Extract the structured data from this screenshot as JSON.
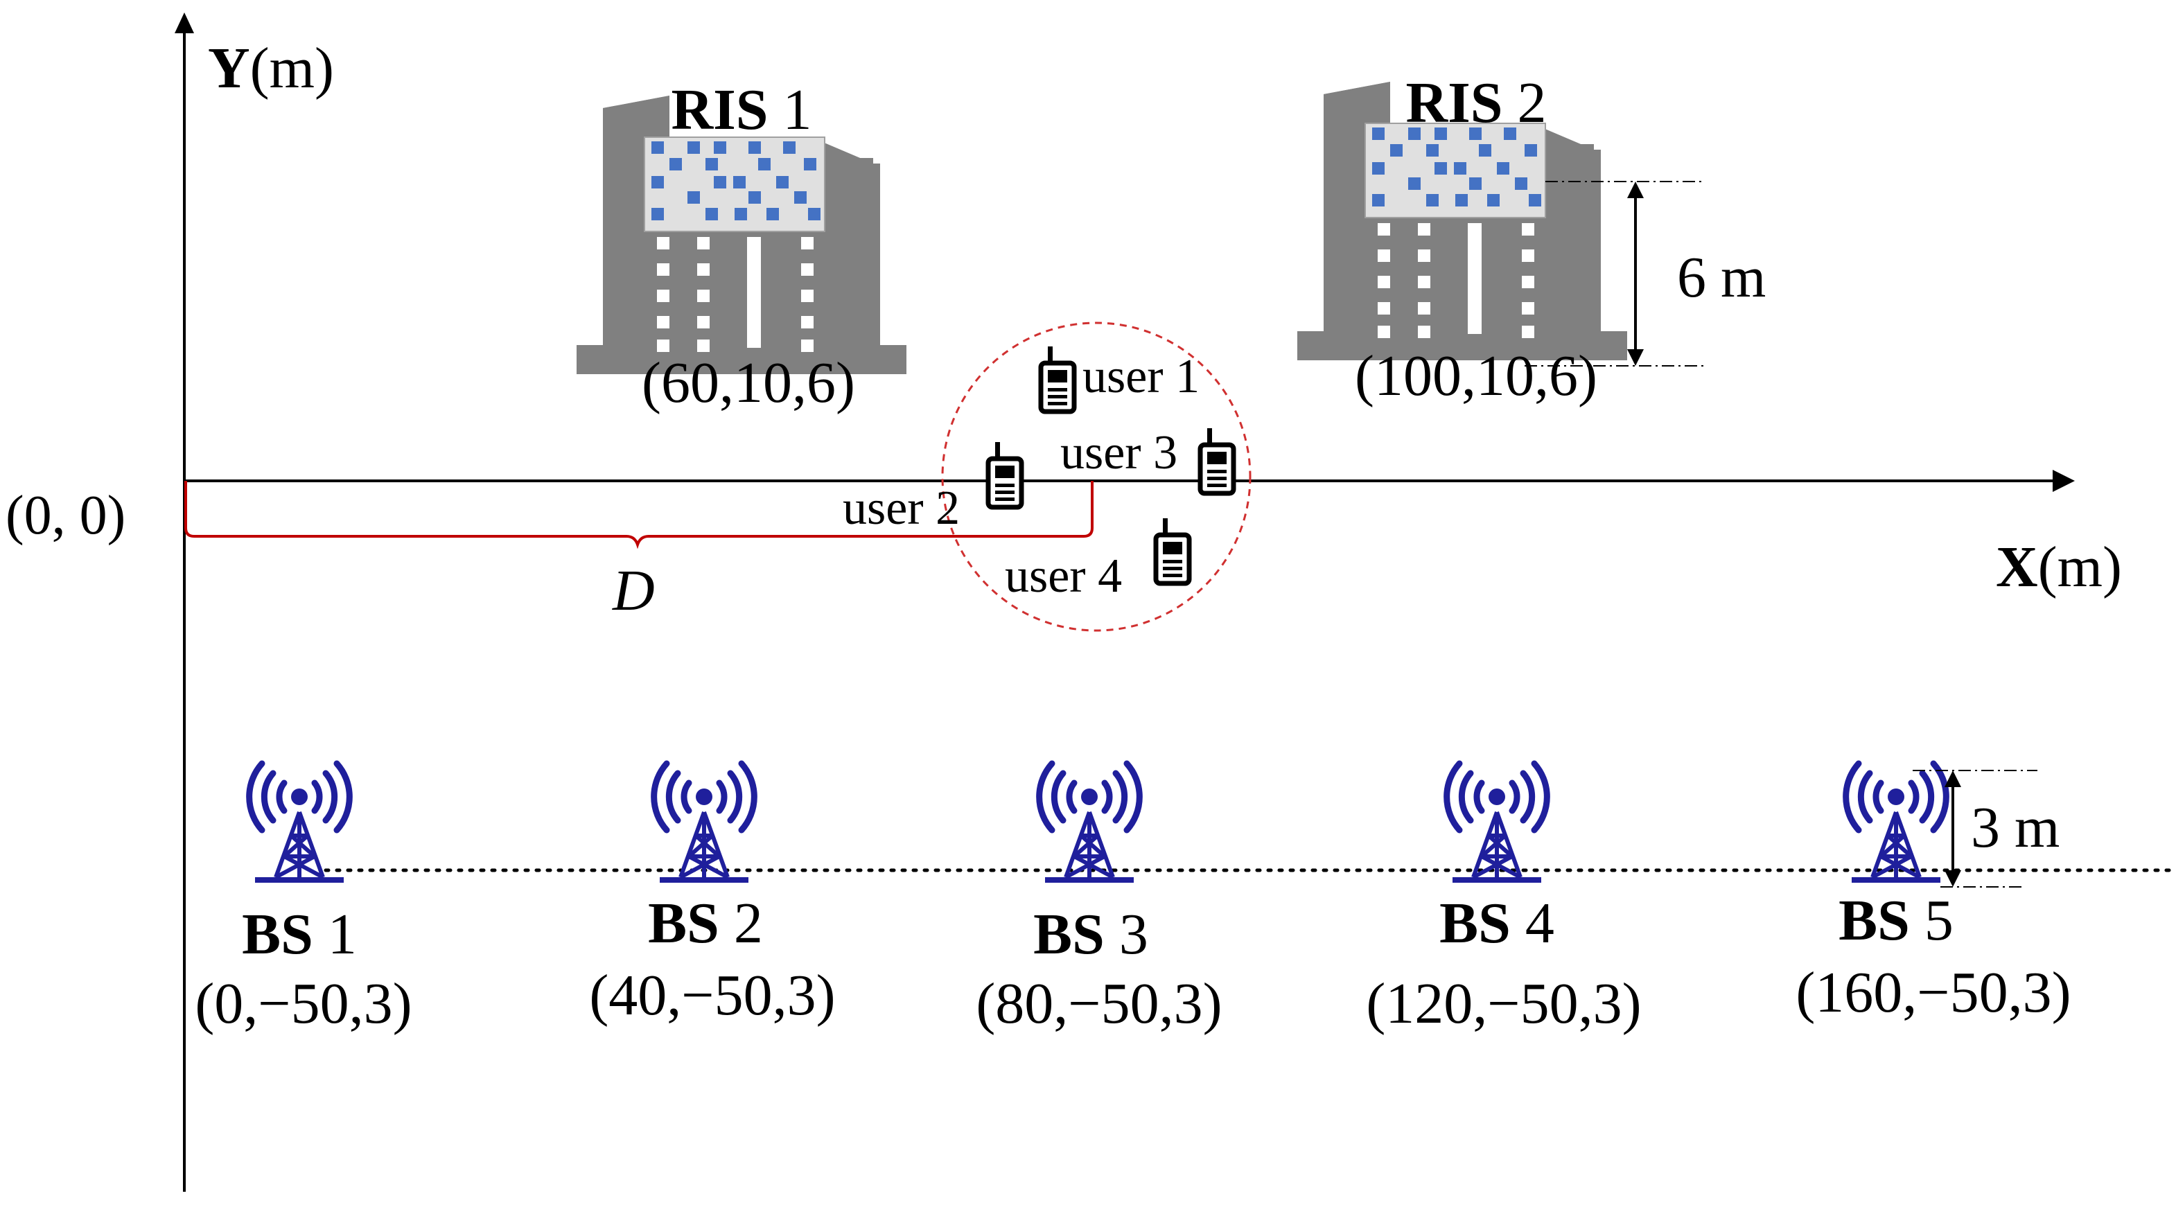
{
  "axes": {
    "y_label_bold": "Y",
    "y_label_unit": "(m)",
    "x_label_bold": "X",
    "x_label_unit": "(m)",
    "origin": "(0, 0)"
  },
  "distance": {
    "label": "D"
  },
  "ris": [
    {
      "name_bold": "RIS",
      "name_num": " 1",
      "coord": "(60,10,6)"
    },
    {
      "name_bold": "RIS",
      "name_num": " 2",
      "coord": "(100,10,6)"
    }
  ],
  "ris_height_label": "6 m",
  "bs_height_label": "3 m",
  "users": [
    {
      "label": "user 1"
    },
    {
      "label": "user 2"
    },
    {
      "label": "user 3"
    },
    {
      "label": "user 4"
    }
  ],
  "base_stations": [
    {
      "name_bold": "BS",
      "name_num": " 1",
      "coord": "(0,−50,3)"
    },
    {
      "name_bold": "BS",
      "name_num": " 2",
      "coord": "(40,−50,3)"
    },
    {
      "name_bold": "BS",
      "name_num": " 3",
      "coord": "(80,−50,3)"
    },
    {
      "name_bold": "BS",
      "name_num": " 4",
      "coord": "(120,−50,3)"
    },
    {
      "name_bold": "BS",
      "name_num": " 5",
      "coord": "(160,−50,3)"
    }
  ],
  "colors": {
    "axis": "#000000",
    "building": "#808080",
    "ris_panel": "#e0e0e0",
    "ris_element": "#4472c4",
    "bs_icon": "#1f1f9c",
    "distance_brace": "#c00000",
    "user_cluster_circle": "#d03030",
    "window": "#ffffff"
  },
  "icons": {
    "building": "building-icon",
    "bs": "antenna-tower-icon",
    "user": "walkie-talkie-icon"
  }
}
